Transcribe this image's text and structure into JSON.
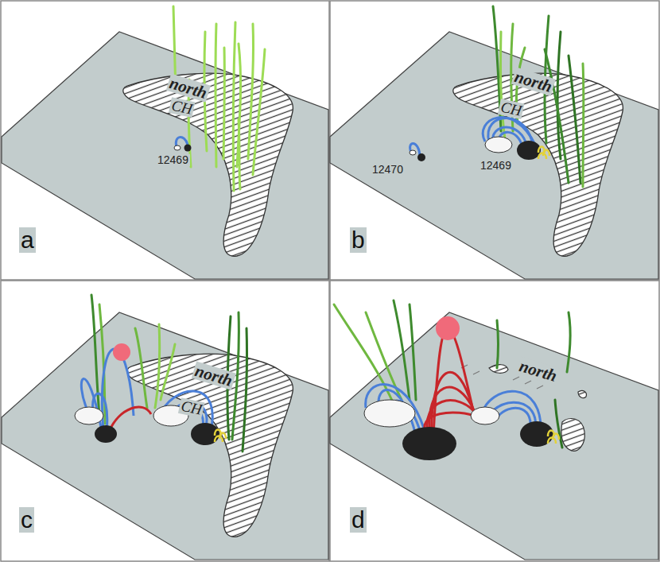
{
  "diagram": {
    "labels": [
      "north",
      "CH",
      "12469",
      "a",
      "north",
      "CH",
      "12470",
      "12469",
      "b",
      "north",
      "CH",
      "c",
      "north",
      "d"
    ]
  }
}
